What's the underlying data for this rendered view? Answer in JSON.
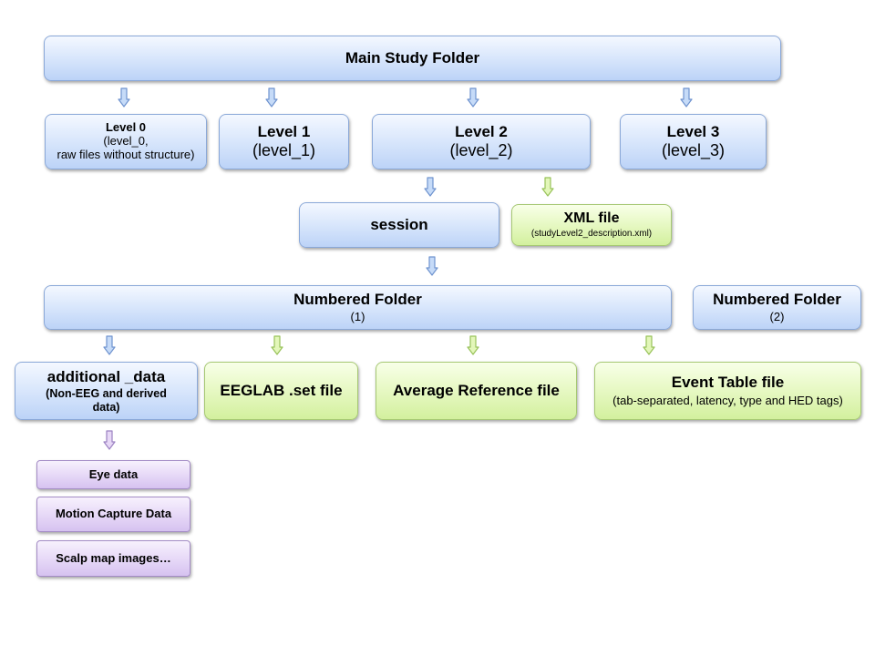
{
  "nodes": {
    "main_study_folder": {
      "title": "Main Study Folder"
    },
    "level0": {
      "title": "Level 0",
      "line2": "(level_0,",
      "line3": "raw files without structure)"
    },
    "level1": {
      "title": "Level 1",
      "line2": "(level_1)"
    },
    "level2": {
      "title": "Level 2",
      "line2": "(level_2)"
    },
    "level3": {
      "title": "Level 3",
      "line2": "(level_3)"
    },
    "session": {
      "title": "session"
    },
    "xml_file": {
      "title": "XML file",
      "line2": "(studyLevel2_description.xml)"
    },
    "numbered_folder_1": {
      "title": "Numbered Folder",
      "line2": "(1)"
    },
    "numbered_folder_2": {
      "title": "Numbered Folder",
      "line2": "(2)"
    },
    "additional_data": {
      "title": "additional _data",
      "line2": "(Non-EEG and derived",
      "line3": "data)"
    },
    "eeglab_set": {
      "title": "EEGLAB .set file"
    },
    "average_reference": {
      "title": "Average Reference file"
    },
    "event_table": {
      "title": "Event Table file",
      "line2": "(tab-separated, latency, type and HED tags)"
    },
    "eye_data": {
      "title": "Eye data"
    },
    "motion_capture": {
      "title": "Motion Capture Data"
    },
    "scalp_map": {
      "title": "Scalp map images…"
    }
  },
  "colors": {
    "blue_arrow_fill": "#c6dbf8",
    "blue_arrow_stroke": "#6f93cf",
    "green_arrow_fill": "#e3f7b9",
    "green_arrow_stroke": "#98c25a",
    "purple_arrow_fill": "#e7d8f6",
    "purple_arrow_stroke": "#9b82c2"
  }
}
